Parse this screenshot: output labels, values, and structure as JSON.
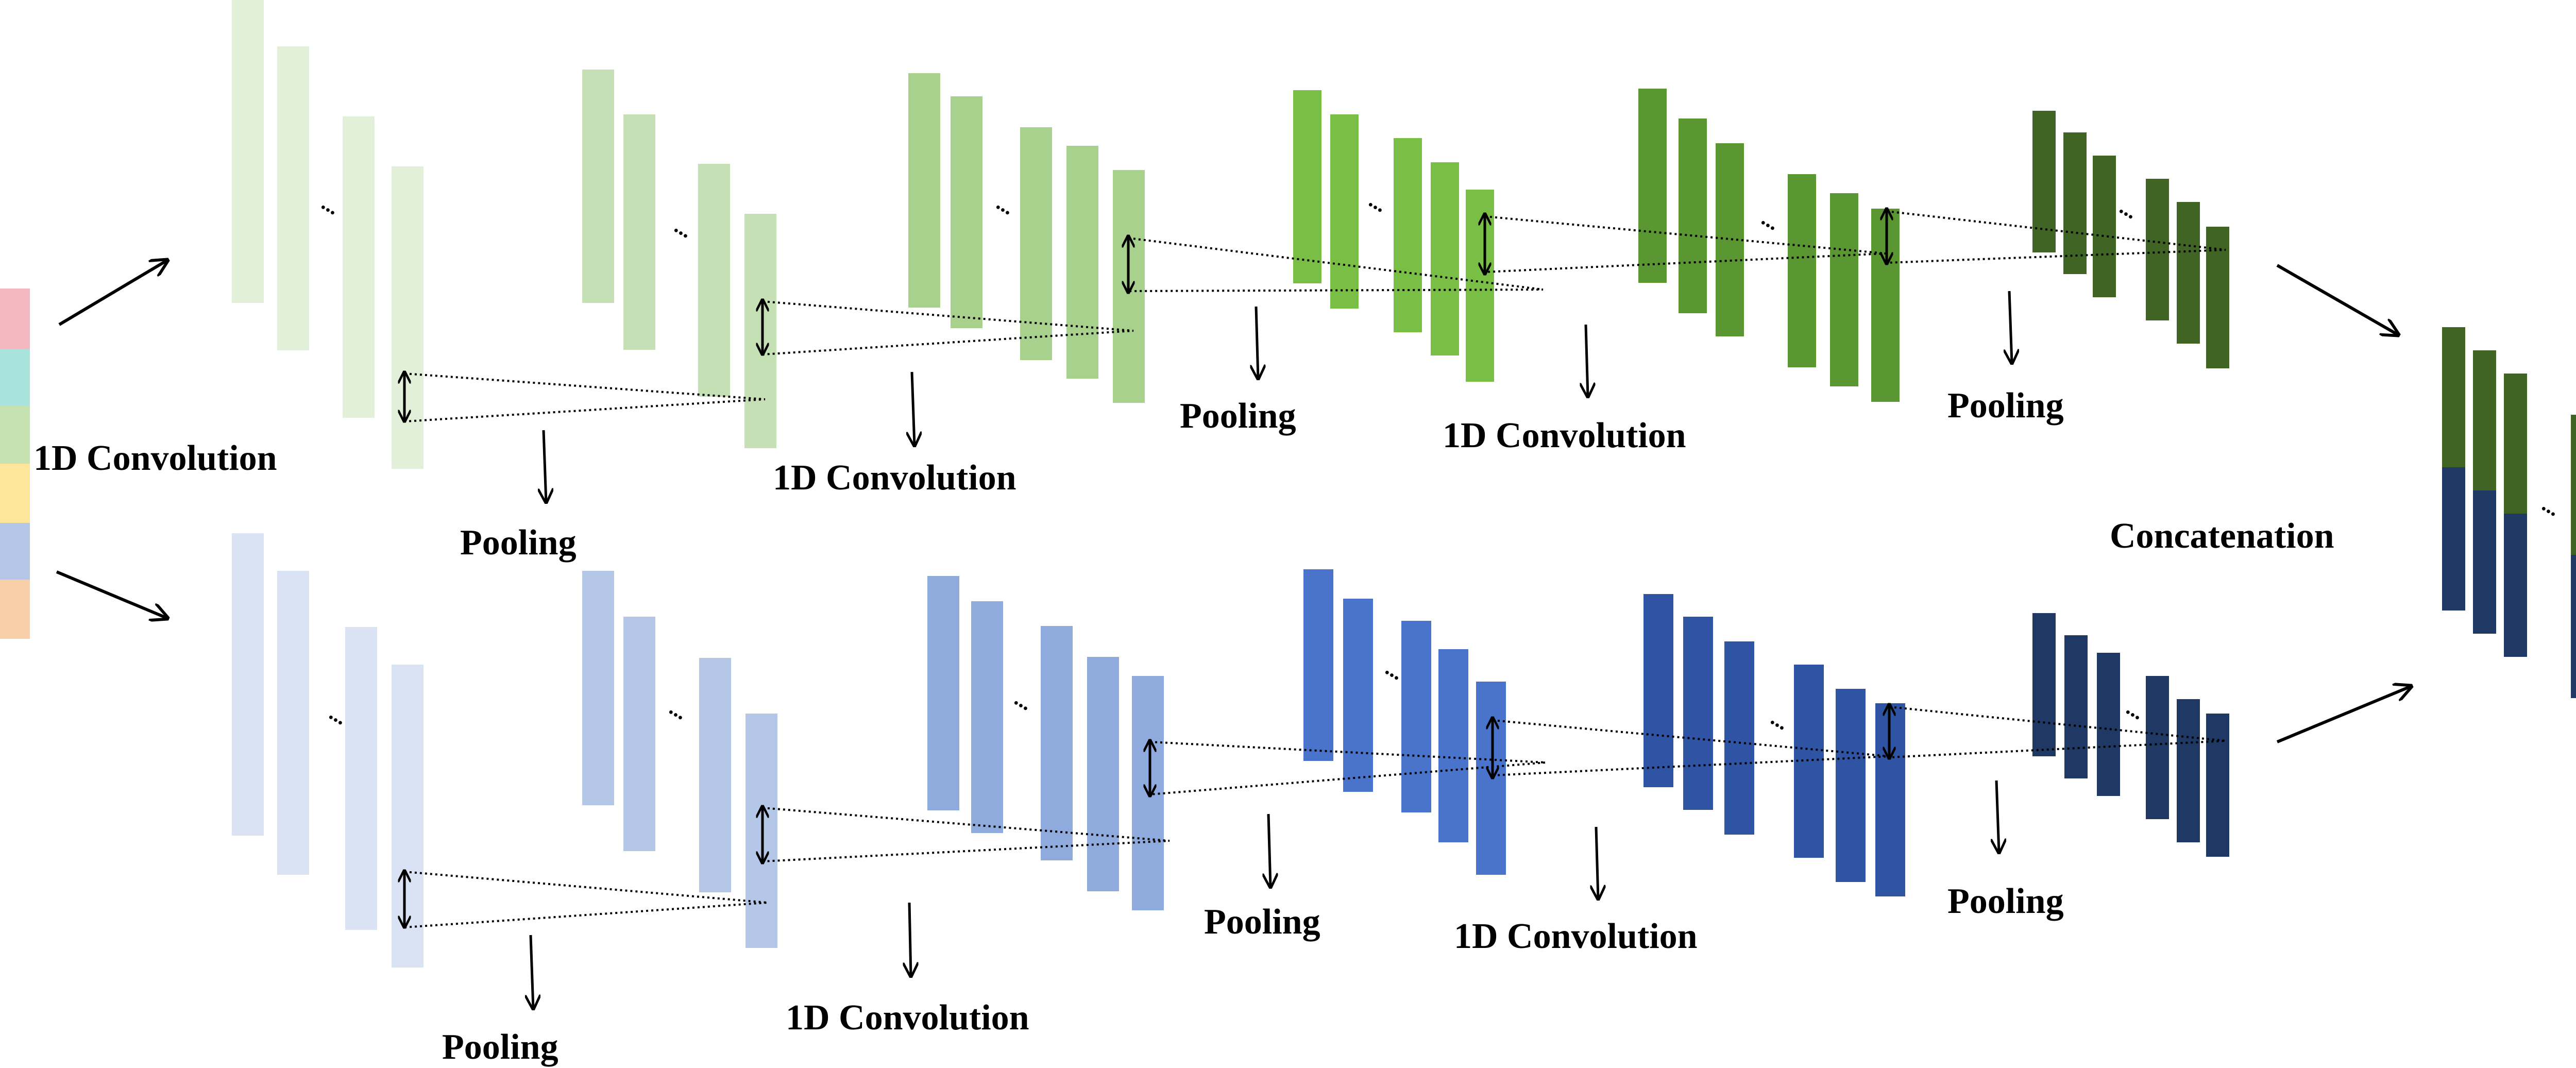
{
  "labels": {
    "top_conv_1": "1D Convolution",
    "top_pool_1": "Pooling",
    "top_conv_2": "1D Convolution",
    "top_pool_2": "Pooling",
    "top_conv_3": "1D Convolution",
    "top_pool_3": "Pooling",
    "bottom_pool_1": "Pooling",
    "bottom_conv_2": "1D Convolution",
    "bottom_pool_2": "Pooling",
    "bottom_conv_3": "1D Convolution",
    "bottom_pool_3": "Pooling",
    "concat": "Concatenation",
    "ellipsis": "..."
  },
  "colors": {
    "input_segments": [
      "#f4b8c0",
      "#a8e4dc",
      "#c6e2b0",
      "#fde59a",
      "#b6c6e6",
      "#f8cfa8"
    ],
    "top_branch_stages": [
      "#e2f0d9",
      "#c5e0b4",
      "#a9d18e",
      "#7abf45",
      "#5a9632",
      "#3f6424"
    ],
    "bottom_branch_stages": [
      "#dae3f3",
      "#b4c7e7",
      "#8faadc",
      "#4a74cc",
      "#2f54a3",
      "#1f3864"
    ],
    "concat_top": "#3f6424",
    "concat_bottom": "#1f3864",
    "arrow": "#000000"
  }
}
